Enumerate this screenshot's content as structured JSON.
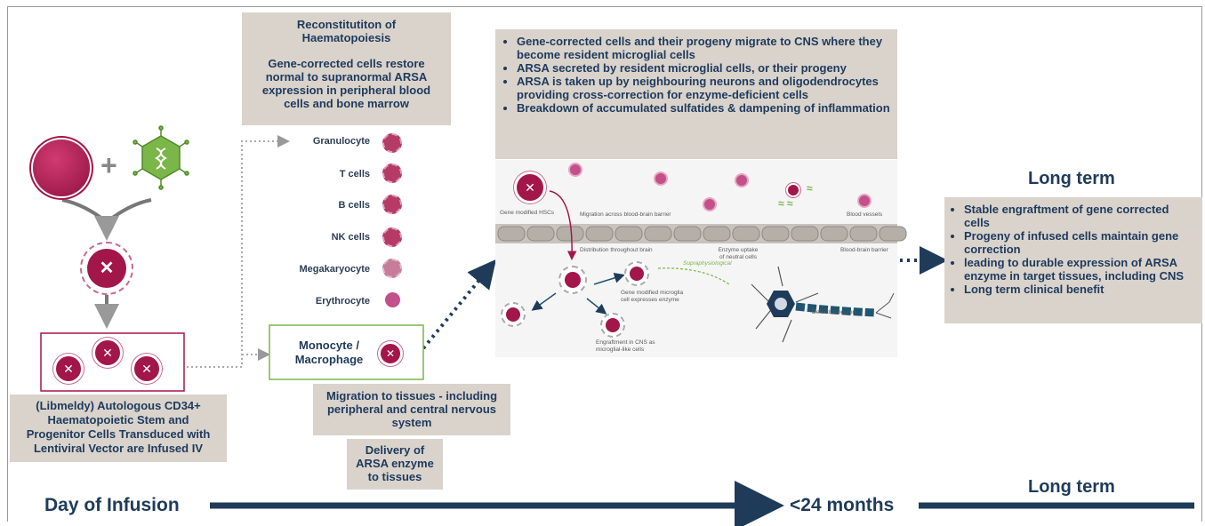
{
  "colors": {
    "accent": "#a3164a",
    "navy": "#1f3b5a",
    "box": "#d9d3cc",
    "green": "#7ab648",
    "teal": "#1f5570"
  },
  "reconstitution": {
    "heading": "Reconstitutiton of Haematopoiesis",
    "body": "Gene-corrected cells restore normal to supranormal ARSA expression in peripheral blood cells and bone marrow"
  },
  "cns_points": [
    "Gene-corrected cells and their progeny migrate to CNS where they become resident microglial cells",
    "ARSA secreted by resident microglial cells, or their progeny",
    "ARSA is taken up by neighbouring neurons and oligodendrocytes providing cross-correction for enzyme-deficient cells",
    "Breakdown of accumulated sulfatides & dampening of inflammation"
  ],
  "long_term": {
    "title": "Long term",
    "points": [
      "Stable engraftment of gene corrected cells",
      "Progeny of infused cells maintain gene correction",
      "leading to durable expression of ARSA enzyme in target tissues, including CNS",
      "Long term clinical benefit"
    ]
  },
  "cell_types": [
    "Granulocyte",
    "T cells",
    "B cells",
    "NK cells",
    "Megakaryocyte",
    "Erythrocyte"
  ],
  "monocyte_label": "Monocyte / Macrophage",
  "plus_sign": "+",
  "infusion_box": "(Libmeldy) Autologous CD34+ Haematopoietic Stem and Progenitor Cells Transduced with Lentiviral Vector are Infused IV",
  "migration_box": "Migration to tissues - including peripheral and central nervous system",
  "delivery_box": "Delivery of ARSA enzyme to tissues",
  "brain_labels": {
    "gene_modified_hscs": "Gene modified HSCs",
    "migration_bbb": "Migration across blood-brain barrier",
    "blood_vessels": "Blood vessels",
    "distribution": "Distribution throughout brain",
    "enzyme_uptake": "Enzyme uptake of neutral cells",
    "bbb": "Blood-brain barrier",
    "supraphysiological": "Supraphysiological",
    "microglia_expresses": "Gene modified microglia cell expresses enzyme",
    "defective_neuron": "Defective neuron",
    "engraftment": "Engraftment in CNS as microglial-like cells"
  },
  "timeline": {
    "start": "Day of Infusion",
    "mid": "<24 months",
    "end": "Long term"
  }
}
